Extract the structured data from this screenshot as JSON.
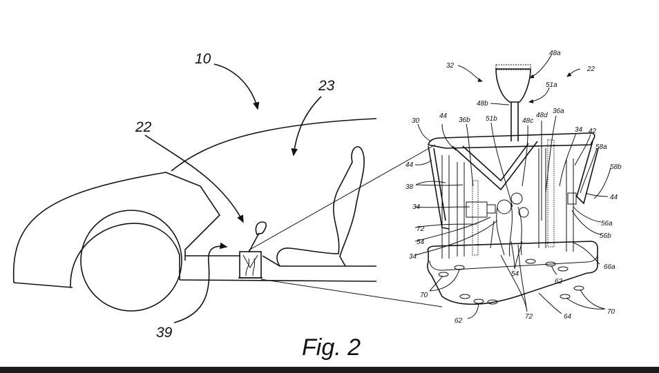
{
  "figure": {
    "caption": "Fig. 2",
    "colors": {
      "line": "#111111",
      "background": "#ffffff",
      "bottom_bar": "#1c1c1c"
    },
    "vehicle_labels": {
      "vehicle": "10",
      "shifter_assembly": "22",
      "cabin": "23",
      "floor_tunnel": "39"
    },
    "detail_labels": {
      "l32": "32",
      "l48a": "48a",
      "l22": "22",
      "l51a": "51a",
      "l48b": "48b",
      "l30": "30",
      "l44a": "44",
      "l36b": "36b",
      "l51b": "51b",
      "l48c": "48c",
      "l48d": "48d",
      "l36a": "36a",
      "l34a": "34",
      "l42": "42",
      "l58a": "58a",
      "l58b": "58b",
      "l44b": "44",
      "l44c": "44",
      "l38": "38",
      "l34b": "34",
      "l72a": "72",
      "l54a": "54",
      "l34c": "34",
      "l56a": "56a",
      "l56b": "56b",
      "l66a": "66a",
      "l54b": "54",
      "l62a": "62",
      "l70a": "70",
      "l70b": "70",
      "l62b": "62",
      "l72b": "72",
      "l64": "64"
    }
  }
}
